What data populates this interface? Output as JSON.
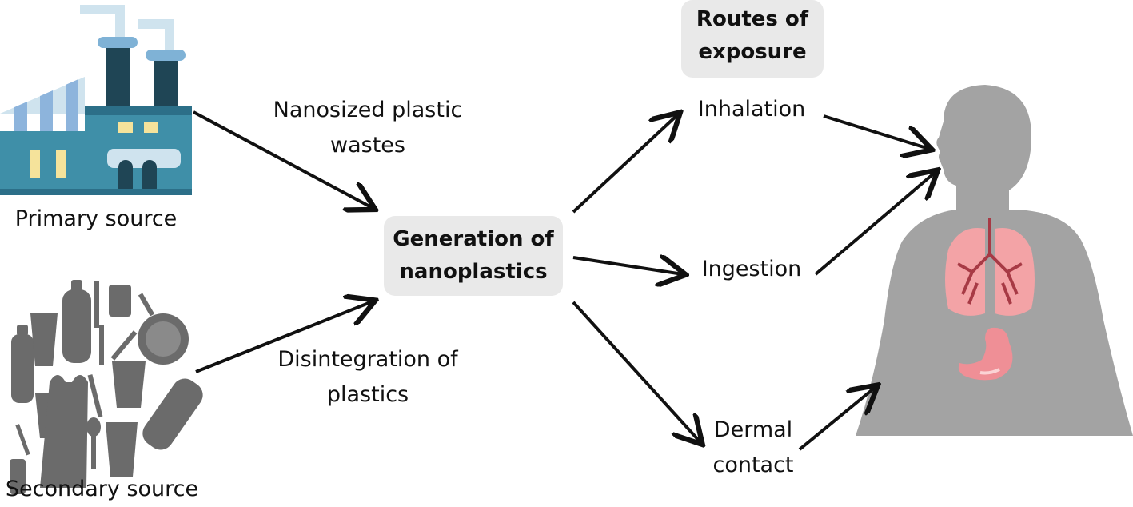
{
  "sources": {
    "primary": "Primary source",
    "secondary": "Secondary source"
  },
  "flows": {
    "nanosized_line1": "Nanosized plastic",
    "nanosized_line2": "wastes",
    "disintegration_line1": "Disintegration of",
    "disintegration_line2": "plastics"
  },
  "center": {
    "line1": "Generation of",
    "line2": "nanoplastics"
  },
  "routes": {
    "title_line1": "Routes of",
    "title_line2": "exposure",
    "inhalation": "Inhalation",
    "ingestion": "Ingestion",
    "dermal_line1": "Dermal",
    "dermal_line2": "contact"
  },
  "colors": {
    "factory_body": "#3f8fa8",
    "factory_dark": "#1f4555",
    "factory_light": "#cfe3ee",
    "window": "#f5e39b",
    "waste_gray": "#6b6b6b",
    "body_gray": "#a3a3a3",
    "lungs": "#f3a3a6",
    "airway": "#a73a45",
    "stomach": "#ef8f96",
    "box_bg": "#e9e9e9"
  },
  "icons": [
    "factory-icon",
    "plastic-waste-icon",
    "human-body-icon",
    "lungs-icon",
    "stomach-icon"
  ]
}
